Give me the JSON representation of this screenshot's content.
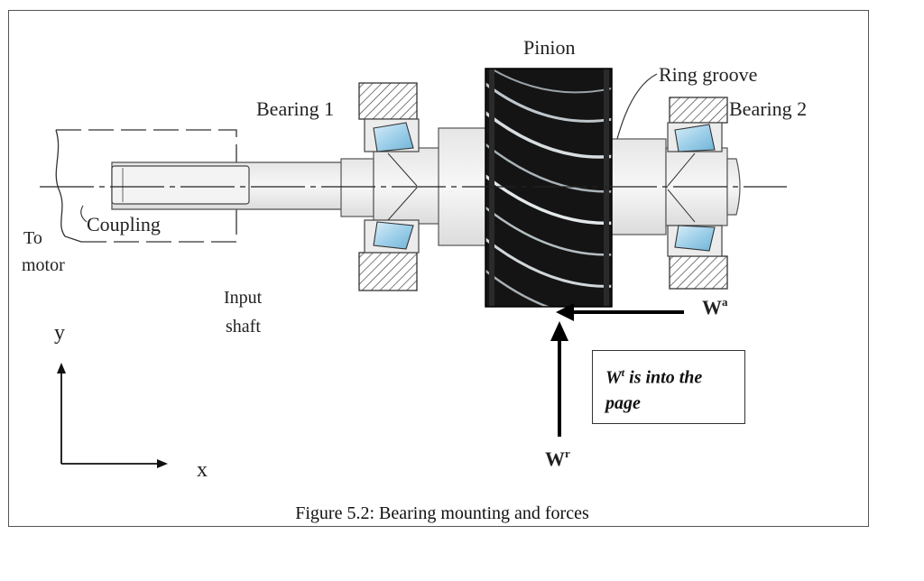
{
  "labels": {
    "pinion": "Pinion",
    "ring_groove": "Ring groove",
    "bearing_1": "Bearing 1",
    "bearing_2": "Bearing 2",
    "coupling": "Coupling",
    "to_motor_line1": "To",
    "to_motor_line2": "motor",
    "input_shaft_line1": "Input",
    "input_shaft_line2": "shaft",
    "axis_y": "y",
    "axis_x": "x",
    "force_axial_base": "W",
    "force_axial_sup": "a",
    "force_radial_base": "W",
    "force_radial_sup": "r"
  },
  "note": {
    "base": "W",
    "sup": "t",
    "rest_line1": " is into the",
    "rest_line2": "page"
  },
  "caption": "Figure 5.2: Bearing mounting and forces"
}
